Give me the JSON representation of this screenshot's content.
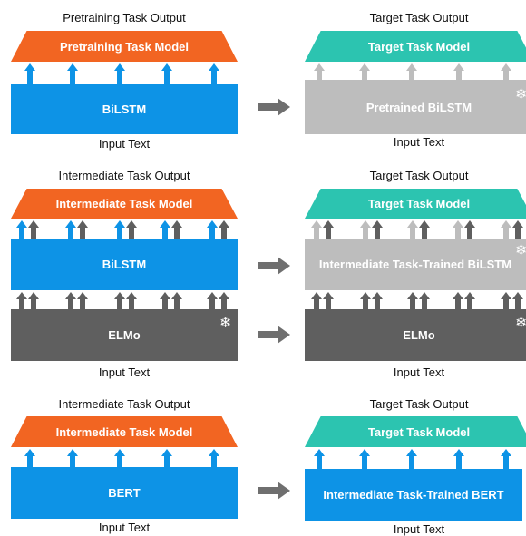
{
  "panels": [
    {
      "left": {
        "top_caption": "Pretraining Task Output",
        "head": "Pretraining Task Model",
        "middle": "BiLSTM",
        "bottom_caption": "Input Text"
      },
      "right": {
        "top_caption": "Target Task Output",
        "head": "Target Task Model",
        "middle": "Pretrained BiLSTM",
        "bottom_caption": "Input Text"
      }
    },
    {
      "left": {
        "top_caption": "Intermediate Task Output",
        "head": "Intermediate Task Model",
        "middle": "BiLSTM",
        "base": "ELMo",
        "bottom_caption": "Input Text"
      },
      "right": {
        "top_caption": "Target Task Output",
        "head": "Target Task Model",
        "middle": "Intermediate Task-Trained BiLSTM",
        "base": "ELMo",
        "bottom_caption": "Input Text"
      }
    },
    {
      "left": {
        "top_caption": "Intermediate Task Output",
        "head": "Intermediate Task Model",
        "middle": "BERT",
        "bottom_caption": "Input Text"
      },
      "right": {
        "top_caption": "Target Task Output",
        "head": "Target Task Model",
        "middle": "Intermediate Task-Trained BERT",
        "bottom_caption": "Input Text"
      }
    }
  ],
  "icons": {
    "frozen": "snowflake-icon",
    "transfer": "right-arrow-icon"
  },
  "colors": {
    "pretrain_head": "#f26522",
    "target_head": "#2cc4b0",
    "encoder": "#0d93e6",
    "pretrained_encoder": "#bdbdbd",
    "elmo": "#5f5f5f",
    "arrow_blue": "#0d93e6",
    "arrow_dark": "#5f5f5f",
    "arrow_light": "#bdbdbd",
    "transfer_arrow": "#6f6f6f"
  }
}
